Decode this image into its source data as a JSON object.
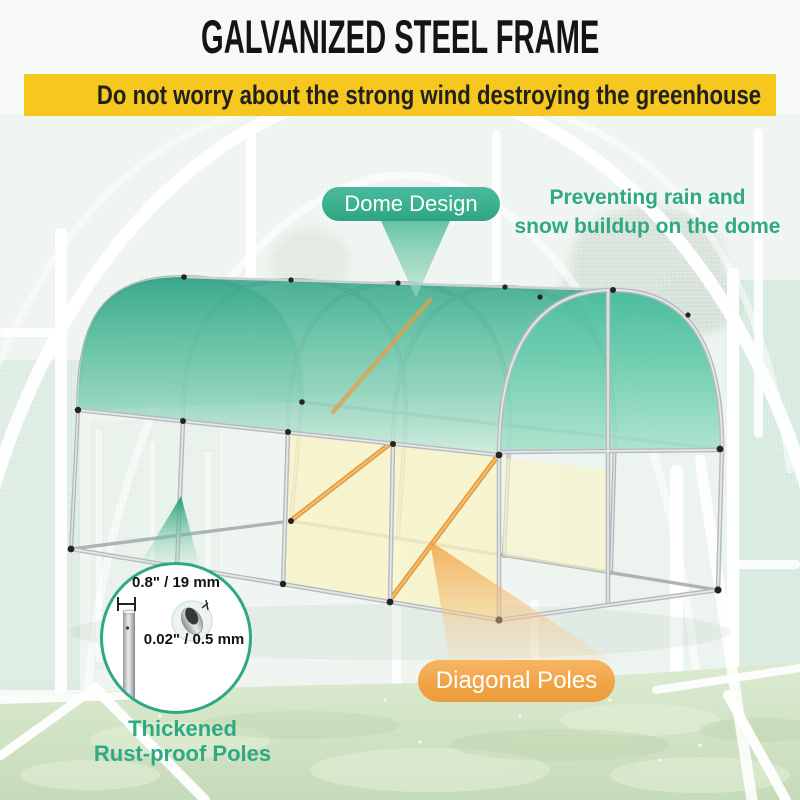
{
  "header": {
    "title": "GALVANIZED STEEL FRAME",
    "banner": "Do not worry about the strong wind destroying the greenhouse"
  },
  "callouts": {
    "dome": {
      "label": "Dome Design",
      "note_line1": "Preventing rain and",
      "note_line2": "snow buildup on the dome"
    },
    "poles": {
      "outer_diameter": "0.8\" / 19 mm",
      "wall_thickness": "0.02\" / 0.5 mm",
      "label_line1": "Thickened",
      "label_line2": "Rust-proof Poles"
    },
    "diagonal": {
      "label": "Diagonal Poles"
    }
  },
  "colors": {
    "accent_green": "#2FA984",
    "pill_green": "#3BB18C",
    "accent_orange": "#F0A345",
    "banner_yellow": "#F6C71E",
    "banner_text": "#21211C",
    "title_text": "#141414",
    "canopy_teal": "#3AB190",
    "steel": "#B7BBBF",
    "grass": "#CFE2C3"
  }
}
